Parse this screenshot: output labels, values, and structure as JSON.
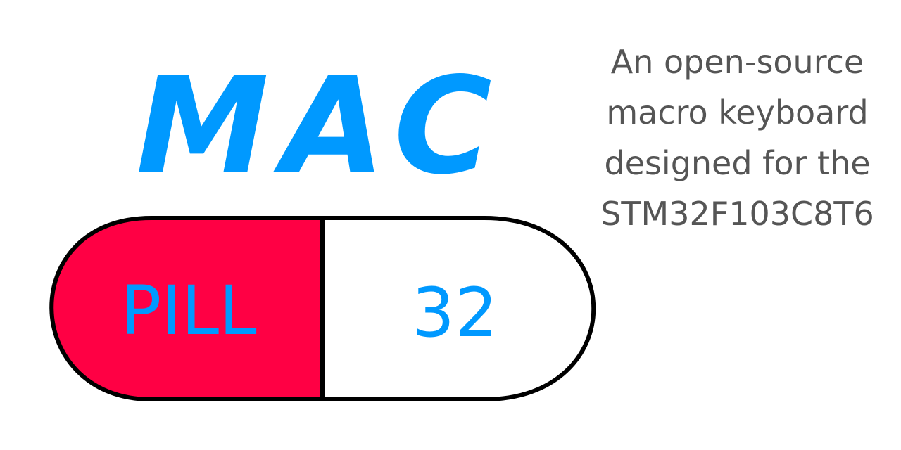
{
  "logo": {
    "title": "MAC",
    "pill_left_label": "PILL",
    "pill_right_label": "32"
  },
  "tagline": {
    "lines": [
      "An open-source",
      "macro keyboard",
      "designed for the",
      "STM32F103C8T6"
    ]
  },
  "colors": {
    "accent_blue": "#0099ff",
    "pill_red": "#ff0044",
    "pill_white": "#ffffff",
    "outline": "#000000",
    "tagline_text": "#555555"
  }
}
